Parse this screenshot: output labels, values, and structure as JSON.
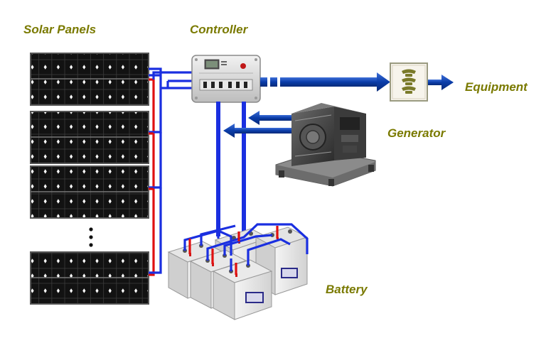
{
  "labels": {
    "solar_panels": "Solar Panels",
    "controller": "Controller",
    "equipment": "Equipment",
    "generator": "Generator",
    "battery": "Battery"
  },
  "colors": {
    "label_text": "#7a7a00",
    "wire_positive": "#e01010",
    "wire_negative": "#1a2fe0",
    "flow_arrow": "#0a3ca8",
    "panel_cell": "#121212",
    "panel_frame": "#555555"
  },
  "icons": {
    "solar_panel": "solar-panel-icon",
    "controller": "charge-controller-icon",
    "generator": "generator-icon",
    "battery": "battery-icon",
    "equipment": "telephone-switch-icon",
    "continuation": "vertical-ellipsis-icon"
  }
}
